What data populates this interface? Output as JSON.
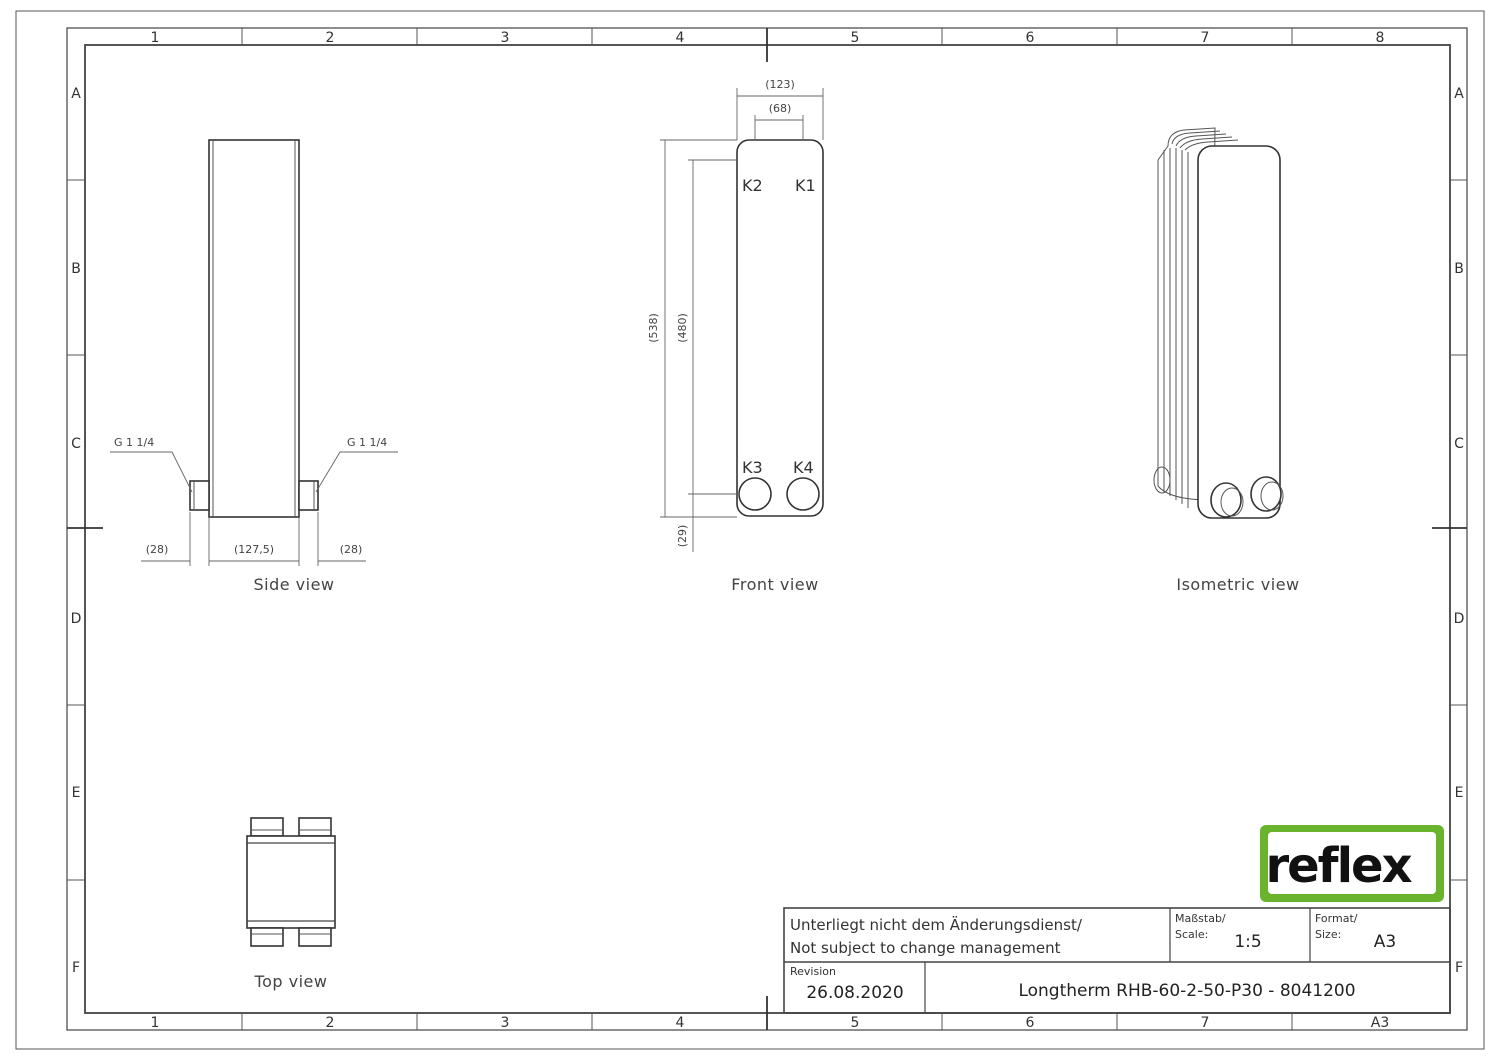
{
  "grid": {
    "columns": [
      "1",
      "2",
      "3",
      "4",
      "5",
      "6",
      "7",
      "8"
    ],
    "bottom_last_column": "A3",
    "rows": [
      "A",
      "B",
      "C",
      "D",
      "E",
      "F"
    ]
  },
  "side_view": {
    "label": "Side view",
    "thread_left": "G 1 1/4",
    "thread_right": "G 1 1/4",
    "dim_left": "(28)",
    "dim_center": "(127,5)",
    "dim_right": "(28)"
  },
  "front_view": {
    "label": "Front view",
    "dim_width_outer": "(123)",
    "dim_width_inner": "(68)",
    "dim_height_outer": "(538)",
    "dim_height_inner": "(480)",
    "dim_bottom": "(29)",
    "ports": [
      "K2",
      "K1",
      "K3",
      "K4"
    ]
  },
  "isometric_view": {
    "label": "Isometric view"
  },
  "top_view": {
    "label": "Top view"
  },
  "logo": {
    "text": "reflex",
    "color": "#6ab42d"
  },
  "title_block": {
    "notice_de": "Unterliegt nicht dem Änderungsdienst/",
    "notice_en": "Not subject to change management",
    "scale_label_de": "Maßstab/",
    "scale_label_en": "Scale:",
    "scale_value": "1:5",
    "format_label_de": "Format/",
    "format_label_en": "Size:",
    "format_value": "A3",
    "revision_label": "Revision",
    "revision_date": "26.08.2020",
    "title": "Longtherm RHB-60-2-50-P30 - 8041200"
  }
}
